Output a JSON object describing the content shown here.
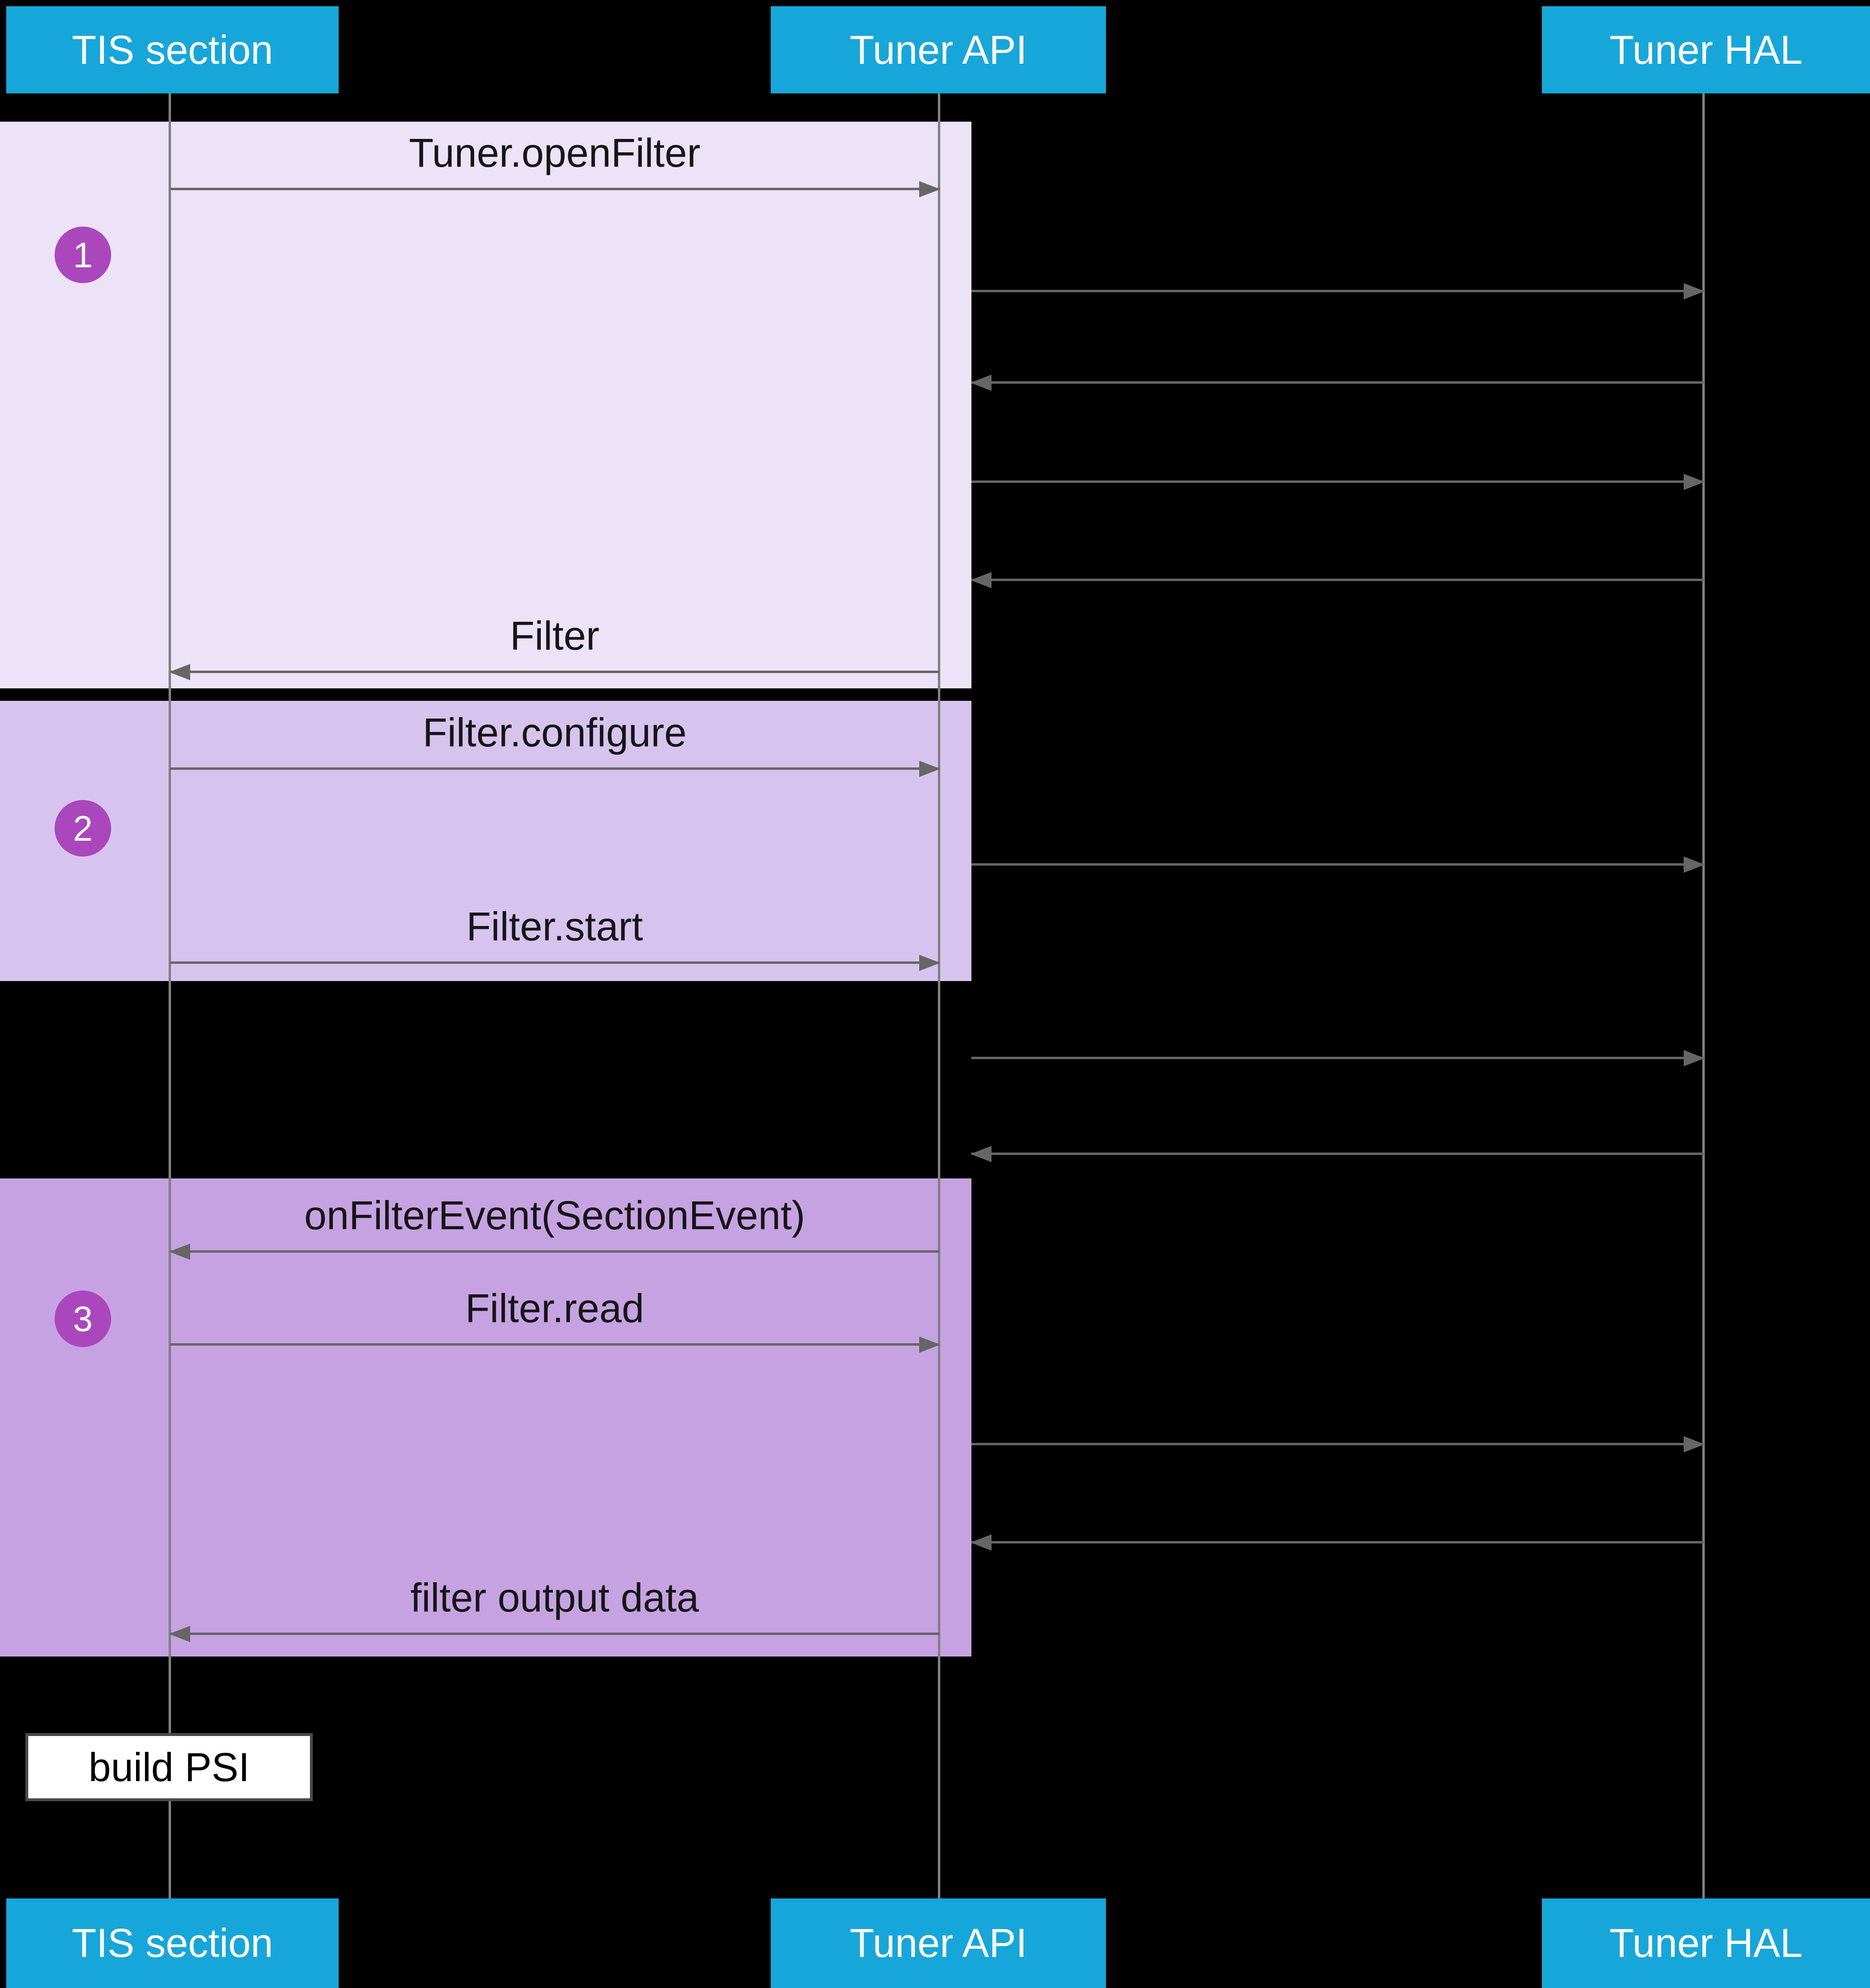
{
  "actors": {
    "tis": {
      "label": "TIS section"
    },
    "api": {
      "label": "Tuner API"
    },
    "hal": {
      "label": "Tuner HAL"
    }
  },
  "steps": [
    {
      "badge": "1"
    },
    {
      "badge": "2"
    },
    {
      "badge": "3"
    }
  ],
  "messages": {
    "tuner_open_filter": {
      "label": "Tuner.openFilter",
      "from": "TIS section",
      "to": "Tuner API"
    },
    "api_hal_call_1": {
      "label": "",
      "from": "Tuner API",
      "to": "Tuner HAL"
    },
    "hal_api_return_1": {
      "label": "",
      "from": "Tuner HAL",
      "to": "Tuner API"
    },
    "api_hal_call_2": {
      "label": "",
      "from": "Tuner API",
      "to": "Tuner HAL"
    },
    "hal_api_return_2": {
      "label": "",
      "from": "Tuner HAL",
      "to": "Tuner API"
    },
    "filter_return": {
      "label": "Filter",
      "from": "Tuner API",
      "to": "TIS section"
    },
    "filter_configure": {
      "label": "Filter.configure",
      "from": "TIS section",
      "to": "Tuner API"
    },
    "api_hal_call_3": {
      "label": "",
      "from": "Tuner API",
      "to": "Tuner HAL"
    },
    "filter_start": {
      "label": "Filter.start",
      "from": "TIS section",
      "to": "Tuner API"
    },
    "api_hal_call_4": {
      "label": "",
      "from": "Tuner API",
      "to": "Tuner HAL"
    },
    "hal_api_return_3": {
      "label": "",
      "from": "Tuner HAL",
      "to": "Tuner API"
    },
    "on_filter_event": {
      "label": "onFilterEvent(SectionEvent)",
      "from": "Tuner API",
      "to": "TIS section"
    },
    "filter_read": {
      "label": "Filter.read",
      "from": "TIS section",
      "to": "Tuner API"
    },
    "api_hal_call_5": {
      "label": "",
      "from": "Tuner API",
      "to": "Tuner HAL"
    },
    "hal_api_return_4": {
      "label": "",
      "from": "Tuner HAL",
      "to": "Tuner API"
    },
    "filter_output_data": {
      "label": "filter output data",
      "from": "Tuner API",
      "to": "TIS section"
    }
  },
  "note": {
    "label": "build PSI"
  },
  "colors": {
    "background": "#000000",
    "header_bg": "#17a6d9",
    "header_text": "#ffffff",
    "badge_bg": "#ab47bc",
    "step1_bg": "#ece3f8",
    "step2_bg": "#d7c4ee",
    "step3_bg": "#c7a2e2",
    "arrow": "#666666",
    "lifeline": "#818181",
    "label_text": "#151515"
  }
}
